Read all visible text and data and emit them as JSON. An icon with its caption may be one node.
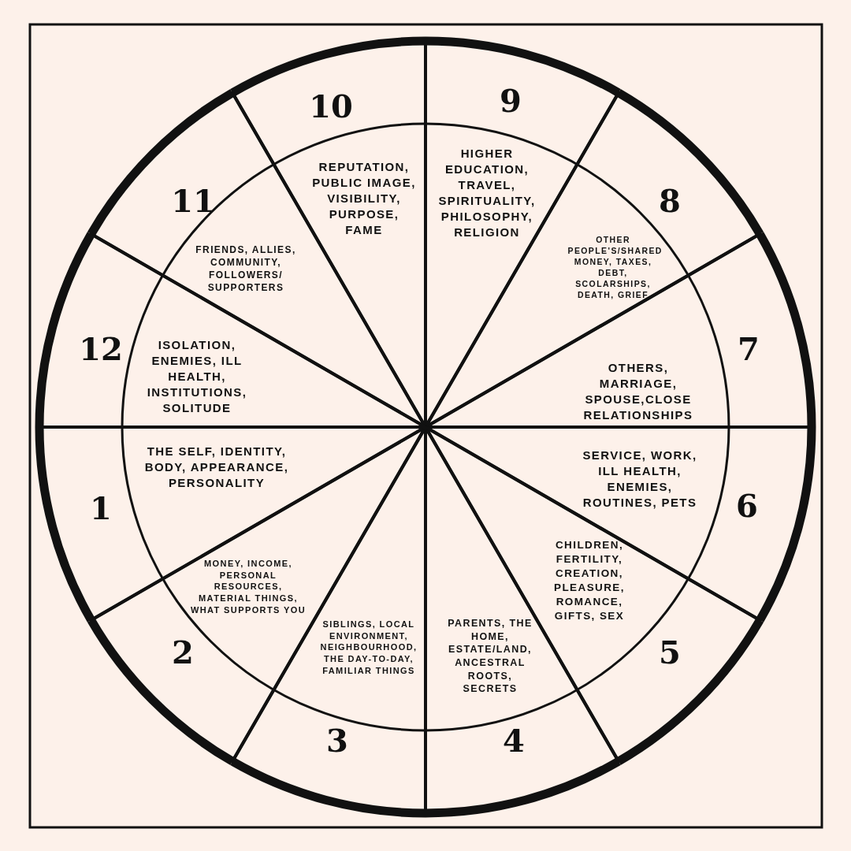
{
  "diagram": {
    "nodes": [
      {
        "text": [
          "1",
          "THE SELF, IDENTITY, BODY, APPEARANCE, PERSONALITY"
        ]
      },
      {
        "text": [
          "MONEY, INCOME, PERSONAL RESOURCES, MATERIAL THINGS, WHAT SUPPORTS YOU",
          "2"
        ]
      },
      {
        "text": [
          "SIBLINGS, LOCAL ENVIRONMENT, NEIGHBOURHOOD, THE DAY-TO-DAY, FAMILIAR THINGS",
          "3"
        ]
      },
      {
        "text": [
          "PARENTS, THE HOME, ESTATE/LAND, ANCESTRAL ROOTS, SECRETS",
          "4"
        ]
      },
      {
        "text": [
          "5",
          "CHILDREN, FERTILITY, CREATION, PLEASURE, ROMANCE, GIFTS, SEX"
        ]
      },
      {
        "text": [
          "SERVICE, WORK, ILL HEALTH, ENEMIES, ROUTINES, PETS",
          "6"
        ]
      },
      {
        "text": [
          "7",
          "OTHERS, MARRIAGE, SPOUSE,CLOSE RELATIONSHIPS"
        ]
      },
      {
        "text": [
          "8",
          "OTHER PEOPLE'S/SHARED MONEY, TAXES, DEBT, SCOLARSHIPS, DEATH, GRIEF"
        ]
      },
      {
        "text": [
          "9",
          "HIGHER EDUCATION, TRAVEL, SPIRITUALITY, PHILOSOPHY, RELIGION"
        ]
      },
      {
        "text": [
          "10",
          "REPUTATION, PUBLIC IMAGE, VISIBILITY, PURPOSE, FAME"
        ]
      },
      {
        "text": [
          "11",
          "FRIENDS, ALLIES, COMMUNITY, FOLLOWERS/ SUPPORTERS"
        ]
      },
      {
        "text": [
          "12",
          "ISOLATION, ENEMIES, ILL HEALTH, INSTITUTIONS, SOLITUDE"
        ]
      }
    ]
  }
}
